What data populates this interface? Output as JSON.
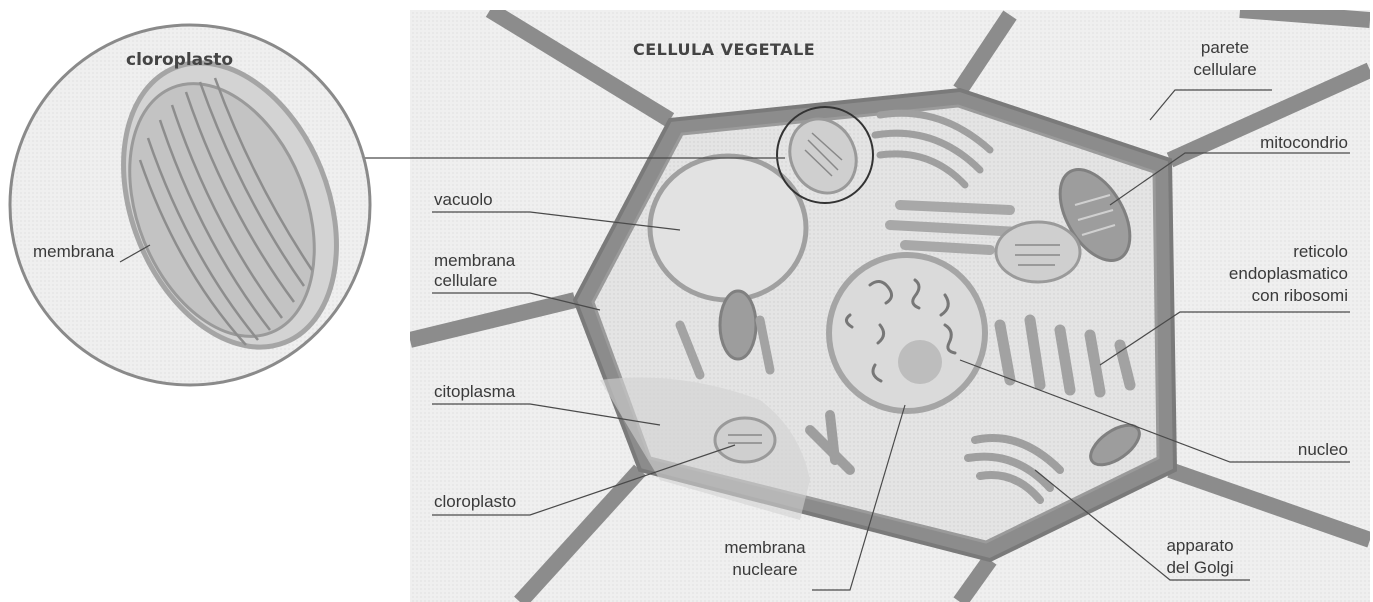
{
  "diagram": {
    "title": "CELLULA VEGETALE",
    "inset_title": "cloroplasto",
    "labels": {
      "membrana_inset": "membrana",
      "parete_line1": "parete",
      "parete_line2": "cellulare",
      "mitocondrio": "mitocondrio",
      "vacuolo": "vacuolo",
      "membrana_cell_line1": "membrana",
      "membrana_cell_line2": "cellulare",
      "reticolo_line1": "reticolo",
      "reticolo_line2": "endoplasmatico",
      "reticolo_line3": "con ribosomi",
      "citoplasma": "citoplasma",
      "nucleo": "nucleo",
      "cloroplasto": "cloroplasto",
      "membrana_nucl_line1": "membrana",
      "membrana_nucl_line2": "nucleare",
      "golgi_line1": "apparato",
      "golgi_line2": "del Golgi"
    },
    "colors": {
      "wall": "#8c8c8c",
      "cell_fill": "#e9e9e9",
      "background_fill": "#f1f1f1",
      "organelle": "#b5b5b5",
      "organelle_dark": "#8f8f8f",
      "line": "#4a4a4a"
    }
  }
}
